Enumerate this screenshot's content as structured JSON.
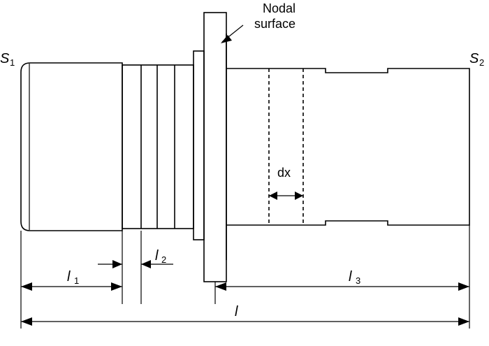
{
  "labels": {
    "s1": "S",
    "s1_sub": "1",
    "s2": "S",
    "s2_sub": "2",
    "nodal_line1": "Nodal",
    "nodal_line2": "surface",
    "dx": "dx",
    "l1": "l",
    "l1_sub": "1",
    "l2": "l",
    "l2_sub": "2",
    "l3": "l",
    "l3_sub": "3",
    "l": "l"
  }
}
